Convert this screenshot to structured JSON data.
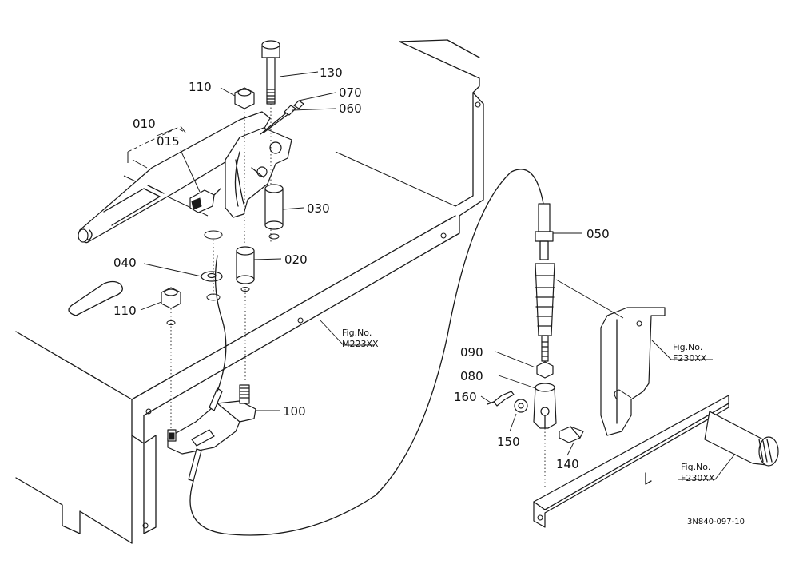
{
  "parts": {
    "p010": "010",
    "p015": "015",
    "p020": "020",
    "p030": "030",
    "p040": "040",
    "p050": "050",
    "p060": "060",
    "p070": "070",
    "p080": "080",
    "p090": "090",
    "p100": "100",
    "p110a": "110",
    "p110b": "110",
    "p130": "130",
    "p140": "140",
    "p150": "150",
    "p160": "160"
  },
  "references": {
    "ref1_title": "Fig.No.",
    "ref1_code": "M223XX",
    "ref2_title": "Fig.No.",
    "ref2_code": "F230XX",
    "ref3_title": "Fig.No.",
    "ref3_code": "F230XX"
  },
  "drawing_code": "3N840-097-10"
}
